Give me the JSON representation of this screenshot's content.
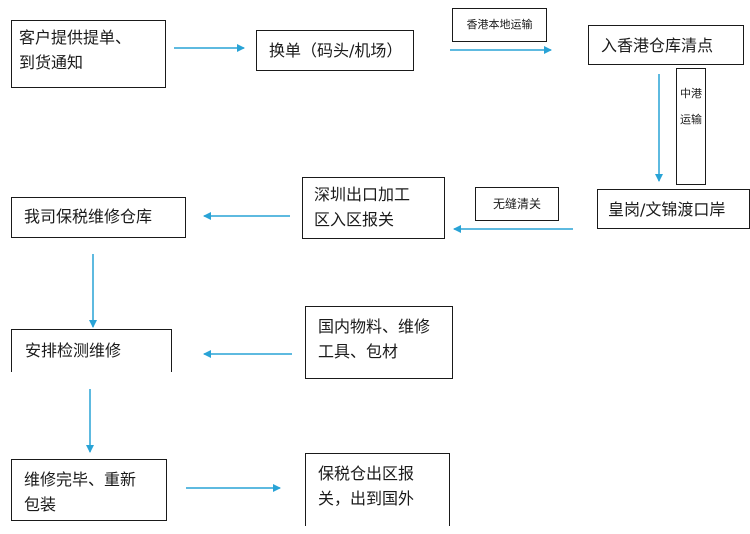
{
  "nodes": {
    "customer_bill": "客户提供提单、\n到货通知",
    "exchange_bill": "换单（码头/机场）",
    "hk_warehouse": "入香港仓库清点",
    "port": "皇岗/文锦渡口岸",
    "szecz_entry": "深圳出口加工\n区入区报关",
    "bonded_warehouse": "我司保税维修仓库",
    "inspect_repair": "安排检测维修",
    "domestic_materials": "国内物料、维修\n工具、包材",
    "repack": "维修完毕、重新\n包装",
    "bonded_exit": "保税仓出区报\n关，出到国外"
  },
  "labels": {
    "hk_transport": "香港本地运输",
    "cn_hk_transport": "中港运输",
    "seamless_clearance": "无缝清关"
  },
  "colors": {
    "arrow": "#29a3d6",
    "border": "#1a1a1a"
  }
}
